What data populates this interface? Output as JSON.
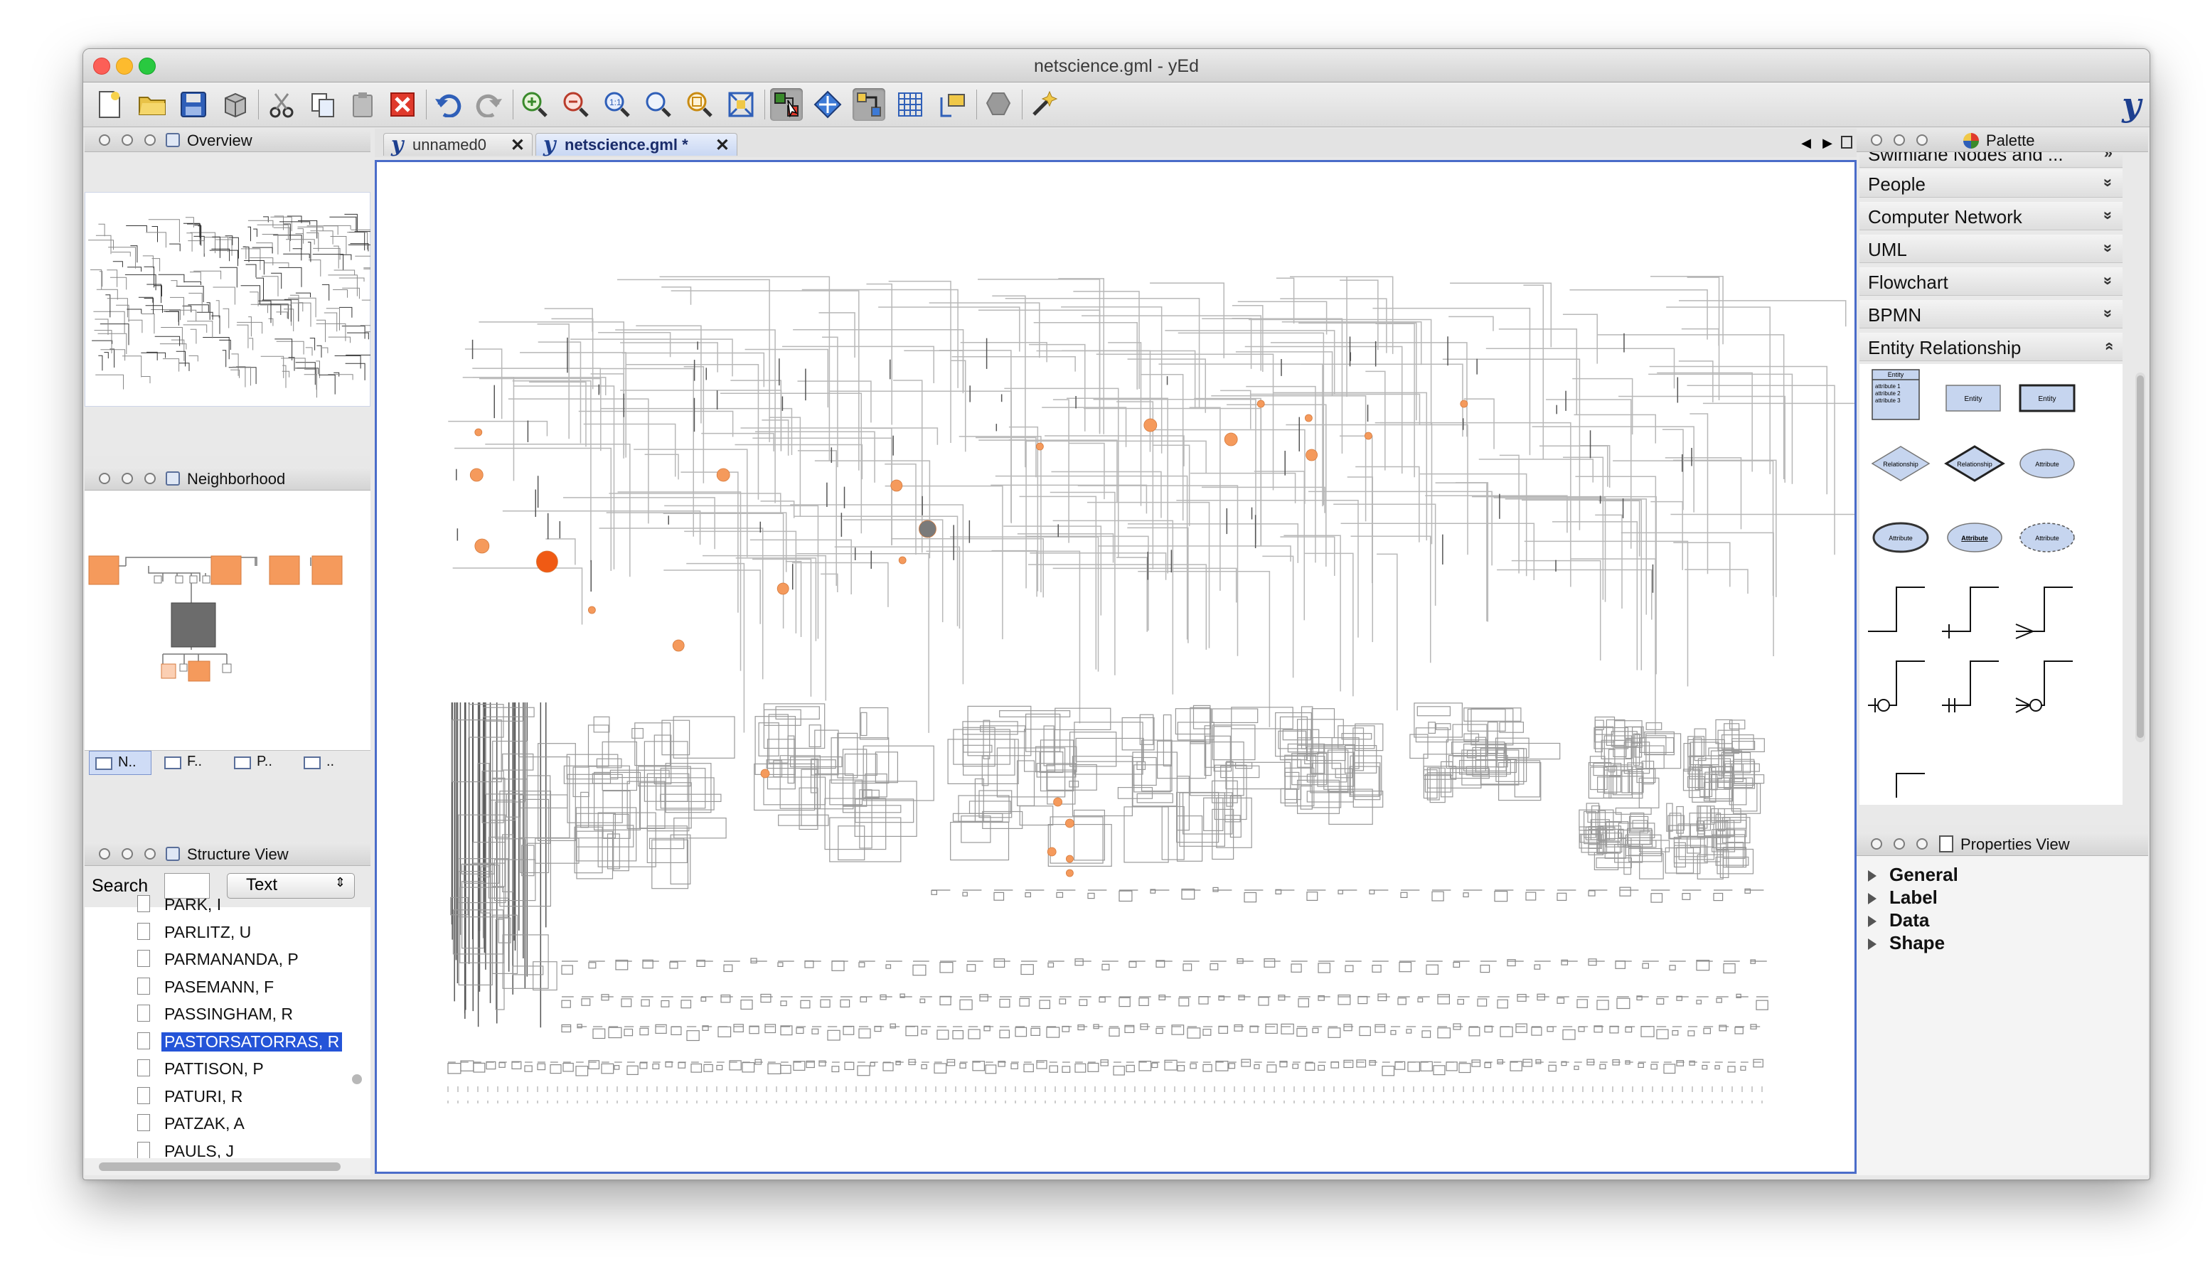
{
  "window": {
    "title": "netscience.gml - yEd"
  },
  "toolbar": {
    "buttons": [
      "new-document",
      "open-document",
      "save-document",
      "properties",
      "cut",
      "copy",
      "paste",
      "delete",
      "undo",
      "redo",
      "zoom-in",
      "zoom-out",
      "zoom-original",
      "zoom-area",
      "zoom-fit-selection",
      "fit-content",
      "edit-mode",
      "navigation-mode",
      "orthogonal-mode",
      "grid",
      "snap",
      "layout",
      "wizard"
    ]
  },
  "overview": {
    "title": "Overview"
  },
  "neighborhood": {
    "title": "Neighborhood",
    "tabs": [
      "N..",
      "F..",
      "P..",
      ".."
    ]
  },
  "structure": {
    "title": "Structure View",
    "search_label": "Search",
    "search_value": "",
    "mode_select": "Text",
    "items": [
      {
        "label": "PARK, I",
        "selected": false
      },
      {
        "label": "PARLITZ, U",
        "selected": false
      },
      {
        "label": "PARMANANDA, P",
        "selected": false
      },
      {
        "label": "PASEMANN, F",
        "selected": false
      },
      {
        "label": "PASSINGHAM, R",
        "selected": false
      },
      {
        "label": "PASTORSATORRAS, R",
        "selected": true
      },
      {
        "label": "PATTISON, P",
        "selected": false
      },
      {
        "label": "PATURI, R",
        "selected": false
      },
      {
        "label": "PATZAK, A",
        "selected": false
      },
      {
        "label": "PAULS, J",
        "selected": false
      }
    ]
  },
  "tabs": [
    {
      "label": "unnamed0",
      "active": false
    },
    {
      "label": "netscience.gml *",
      "active": true
    }
  ],
  "palette": {
    "title": "Palette",
    "sections": [
      {
        "label": "Swimlane Nodes and ...",
        "expanded": false
      },
      {
        "label": "People",
        "expanded": false
      },
      {
        "label": "Computer Network",
        "expanded": false
      },
      {
        "label": "UML",
        "expanded": false
      },
      {
        "label": "Flowchart",
        "expanded": false
      },
      {
        "label": "BPMN",
        "expanded": false
      },
      {
        "label": "Entity Relationship",
        "expanded": true
      }
    ],
    "er_items": {
      "entity_with_attrs_title": "Entity",
      "entity_attrs": [
        "attribute 1",
        "attribute 2",
        "attribute 3"
      ],
      "entity": "Entity",
      "entity_bold": "Entity",
      "relationship": "Relationship",
      "relationship_bold": "Relationship",
      "attribute": "Attribute",
      "attribute_multi": "Attribute",
      "attribute_key": "Attribute",
      "attribute_derived": "Attribute"
    }
  },
  "properties": {
    "title": "Properties View",
    "sections": [
      "General",
      "Label",
      "Data",
      "Shape"
    ]
  },
  "colors": {
    "accent": "#2454d8",
    "canvas_border": "#4a6cc9",
    "node_orange": "#f59a5c",
    "node_orange_dark": "#f05a14",
    "node_gray": "#7a7a7a"
  }
}
